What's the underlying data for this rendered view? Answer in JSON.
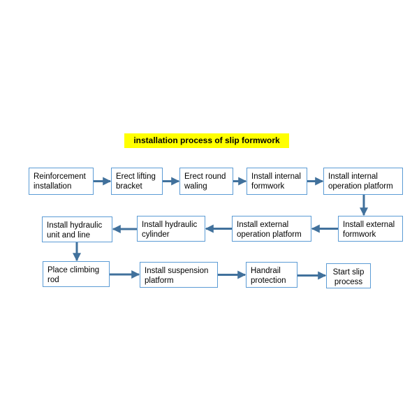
{
  "title": "installation process of slip formwork",
  "colors": {
    "title_highlight": "#ffff00",
    "box_border": "#5b9bd5",
    "arrow": "#41719c"
  },
  "nodes": [
    {
      "id": "n1",
      "label": "Reinforcement\ninstallation"
    },
    {
      "id": "n2",
      "label": "Erect lifting\nbracket"
    },
    {
      "id": "n3",
      "label": "Erect round\nwaling"
    },
    {
      "id": "n4",
      "label": "Install internal\nformwork"
    },
    {
      "id": "n5",
      "label": "Install internal\noperation platform"
    },
    {
      "id": "n6",
      "label": "Install external\nformwork"
    },
    {
      "id": "n7",
      "label": "Install external\noperation platform"
    },
    {
      "id": "n8",
      "label": "Install hydraulic\ncylinder"
    },
    {
      "id": "n9",
      "label": "Install hydraulic\nunit and line"
    },
    {
      "id": "n10",
      "label": "Place climbing\nrod"
    },
    {
      "id": "n11",
      "label": "Install suspension\nplatform"
    },
    {
      "id": "n12",
      "label": "Handrail\nprotection"
    },
    {
      "id": "n13",
      "label": "Start slip\nprocess"
    }
  ],
  "edges": [
    {
      "from": "n1",
      "to": "n2"
    },
    {
      "from": "n2",
      "to": "n3"
    },
    {
      "from": "n3",
      "to": "n4"
    },
    {
      "from": "n4",
      "to": "n5"
    },
    {
      "from": "n5",
      "to": "n6"
    },
    {
      "from": "n6",
      "to": "n7"
    },
    {
      "from": "n7",
      "to": "n8"
    },
    {
      "from": "n8",
      "to": "n9"
    },
    {
      "from": "n9",
      "to": "n10"
    },
    {
      "from": "n10",
      "to": "n11"
    },
    {
      "from": "n11",
      "to": "n12"
    },
    {
      "from": "n12",
      "to": "n13"
    }
  ]
}
